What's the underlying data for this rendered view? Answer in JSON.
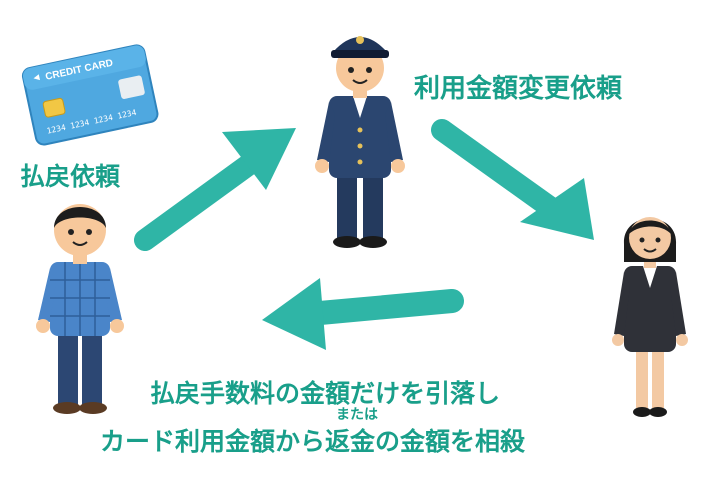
{
  "card": {
    "title": "CREDIT CARD",
    "number": "1234  1234  1234  1234"
  },
  "labels": {
    "refund_request": "払戻依頼",
    "amount_change_request": "利用金額変更依頼",
    "note_line1": "払戻手数料の金額だけを引落し",
    "note_or": "または",
    "note_line2": "カード利用金額から返金の金額を相殺"
  },
  "colors": {
    "arrow": "#2fb5a6",
    "text": "#199f8a"
  },
  "icons": [
    "credit-card-icon",
    "customer-person-icon",
    "station-staff-icon",
    "card-company-staff-icon"
  ]
}
